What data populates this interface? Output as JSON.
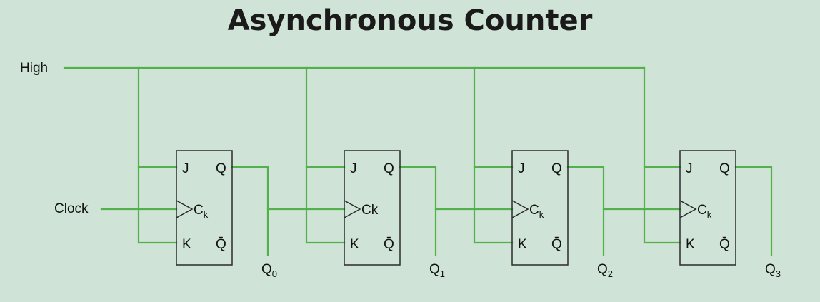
{
  "title": "Asynchronous Counter",
  "inputs": {
    "high_label": "High",
    "clock_label": "Clock"
  },
  "pins": {
    "j": "J",
    "k": "K",
    "q": "Q",
    "qbar": "Q̄",
    "ck_main": "C",
    "ck_sub": "k",
    "ck_plain": "Ck"
  },
  "flipflops": [
    {
      "ck_style": "sub",
      "output_main": "Q",
      "output_sub": "0"
    },
    {
      "ck_style": "plain",
      "output_main": "Q",
      "output_sub": "1"
    },
    {
      "ck_style": "sub",
      "output_main": "Q",
      "output_sub": "2"
    },
    {
      "ck_style": "sub",
      "output_main": "Q",
      "output_sub": "3"
    }
  ],
  "colors": {
    "wire": "#52b14a",
    "background": "#cfe3d6",
    "box_outline": "#2b2b2b"
  }
}
